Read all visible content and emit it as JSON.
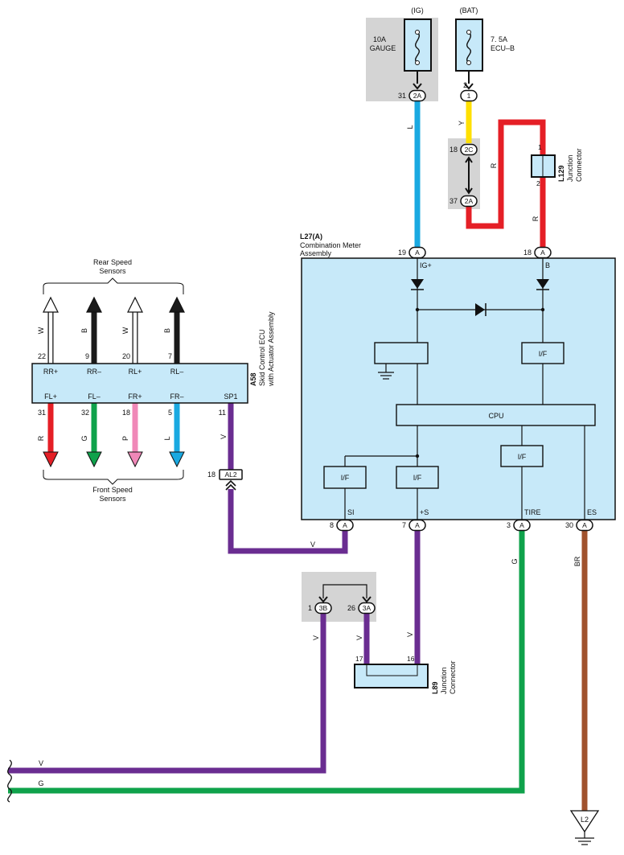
{
  "fuses": {
    "ig": {
      "header": "(IG)",
      "name_line1": "10A",
      "name_line2": "GAUGE",
      "pin_num": "31",
      "pin_conn": "2A"
    },
    "bat": {
      "header": "(BAT)",
      "name_line1": "7. 5A",
      "name_line2": "ECU–B",
      "pin_top": "2",
      "pin_conn": "1"
    }
  },
  "junction_2c_2a": {
    "left_top": "18",
    "conn_top": "2C",
    "left_bottom": "37",
    "conn_bottom": "2A"
  },
  "l129": {
    "code": "L129",
    "line1": "Junction",
    "line2": "Connector",
    "pin_top": "1",
    "pin_bottom": "2"
  },
  "meter": {
    "code": "L27(A)",
    "line1": "Combination Meter",
    "line2": "Assembly",
    "cpu_label": "CPU",
    "if_label": "I/F",
    "pins_top": [
      {
        "num": "19",
        "conn": "A",
        "label": "IG+"
      },
      {
        "num": "18",
        "conn": "A",
        "label": "B"
      }
    ],
    "pins_bottom": [
      {
        "num": "8",
        "conn": "A",
        "label": "SI"
      },
      {
        "num": "7",
        "conn": "A",
        "label": "+S"
      },
      {
        "num": "3",
        "conn": "A",
        "label": "TIRE"
      },
      {
        "num": "30",
        "conn": "A",
        "label": "ES"
      }
    ]
  },
  "ecu": {
    "code": "A58",
    "line1": "Skid Control ECU",
    "line2": "with Actuator Assembly",
    "top_pins": [
      {
        "label": "RR+",
        "num": "22",
        "color": "W"
      },
      {
        "label": "RR–",
        "num": "9",
        "color": "B"
      },
      {
        "label": "RL+",
        "num": "20",
        "color": "W"
      },
      {
        "label": "RL–",
        "num": "7",
        "color": "B"
      }
    ],
    "bottom_pins": [
      {
        "label": "FL+",
        "num": "31",
        "color": "R"
      },
      {
        "label": "FL–",
        "num": "32",
        "color": "G"
      },
      {
        "label": "FR+",
        "num": "18",
        "color": "P"
      },
      {
        "label": "FR–",
        "num": "5",
        "color": "L"
      },
      {
        "label": "SP1",
        "num": "11",
        "color": "V"
      }
    ],
    "rear_sensors_line1": "Rear Speed",
    "rear_sensors_line2": "Sensors",
    "front_sensors_line1": "Front Speed",
    "front_sensors_line2": "Sensors"
  },
  "al2": {
    "num": "18",
    "conn": "AL2"
  },
  "junction_3b_3a": {
    "left_num": "1",
    "left_conn": "3B",
    "right_num": "26",
    "right_conn": "3A"
  },
  "l89": {
    "code": "L89",
    "line1": "Junction",
    "line2": "Connector",
    "pin_left": "17",
    "pin_right": "16"
  },
  "wire_labels": {
    "l": "L",
    "y": "Y",
    "r1": "R",
    "r2": "R",
    "v_sp1": "V",
    "v_si": "V",
    "v_s": "V",
    "v_3b": "V",
    "v_3a": "V",
    "g_tire": "G",
    "br_es": "BR",
    "v_left": "V",
    "g_left": "G"
  },
  "ground": {
    "label": "L2"
  },
  "colors": {
    "L": "#1aa9e1",
    "Y": "#ffe000",
    "R": "#e51f26",
    "V": "#6a2d91",
    "G": "#0fa24b",
    "BR": "#a0522d",
    "P": "#f088b8",
    "B": "#1a1a1a",
    "component_fill": "#c7e9f9",
    "junction_fill": "#d4d4d4"
  }
}
